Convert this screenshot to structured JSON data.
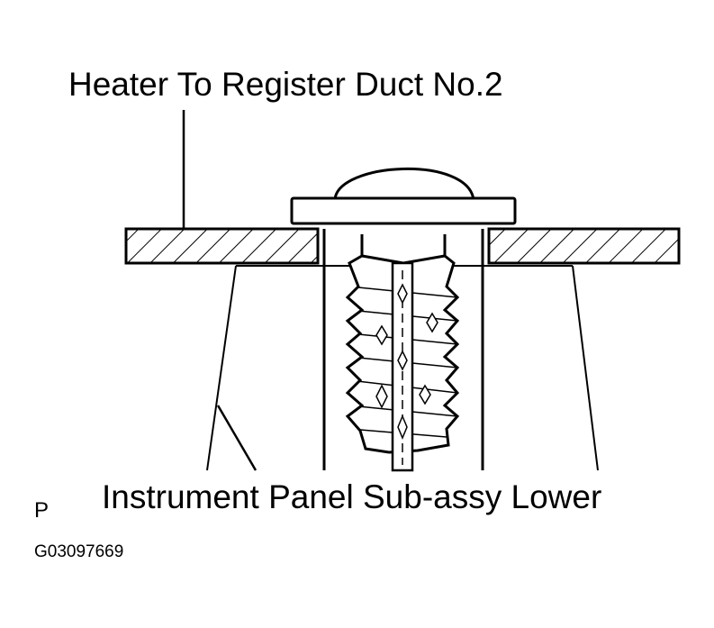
{
  "labels": {
    "duct": "Heater To Register Duct No.2",
    "panel": "Instrument Panel Sub-assy Lower",
    "view_marker": "P",
    "figure_code": "G03097669"
  },
  "colors": {
    "line": "#000000",
    "background": "#ffffff"
  }
}
